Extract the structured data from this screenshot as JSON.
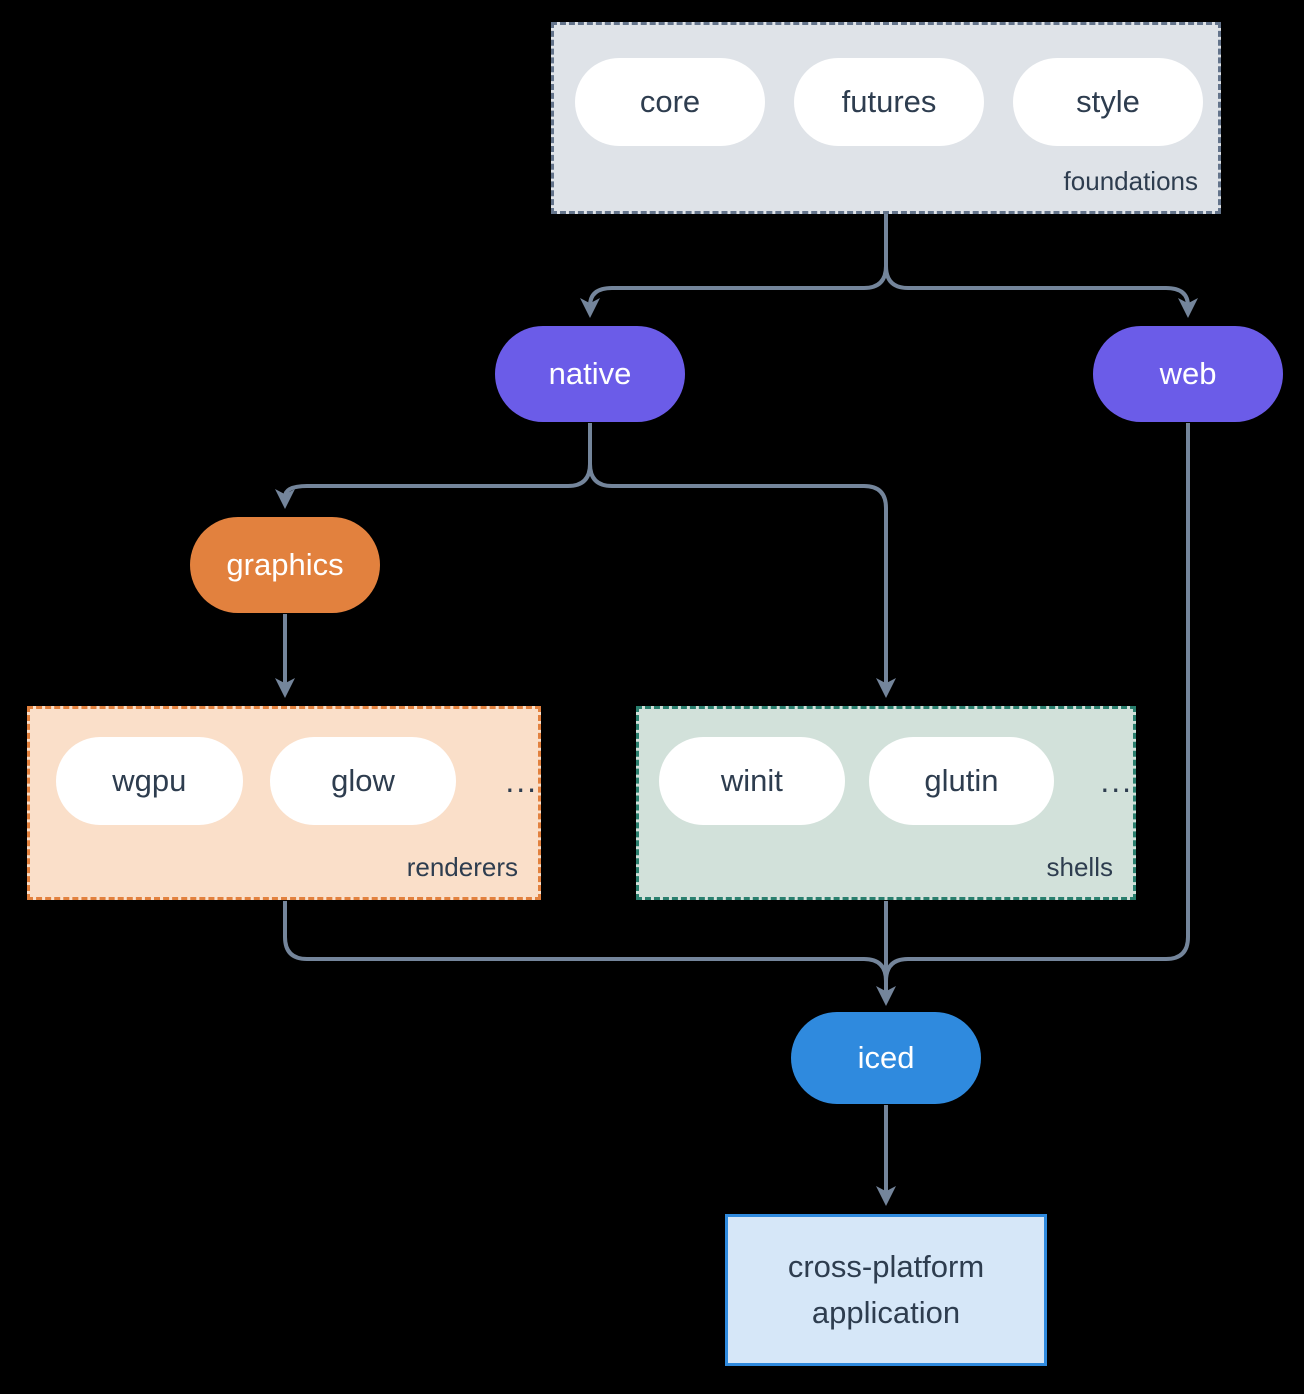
{
  "groups": {
    "foundations": {
      "label": "foundations",
      "pills": [
        "core",
        "futures",
        "style"
      ]
    },
    "renderers": {
      "label": "renderers",
      "pills": [
        "wgpu",
        "glow"
      ],
      "more": "..."
    },
    "shells": {
      "label": "shells",
      "pills": [
        "winit",
        "glutin"
      ],
      "more": "..."
    }
  },
  "nodes": {
    "native": {
      "label": "native"
    },
    "web": {
      "label": "web"
    },
    "graphics": {
      "label": "graphics"
    },
    "iced": {
      "label": "iced"
    },
    "application": {
      "line1": "cross-platform",
      "line2": "application"
    }
  },
  "colors": {
    "background": "#000000",
    "connector": "#74859b",
    "node_purple": "#6b5ce8",
    "node_orange": "#e2813e",
    "node_blue": "#2f8ade",
    "foundations_fill": "#dfe3e8",
    "foundations_border": "#64748b",
    "renderers_fill": "#fadfc9",
    "renderers_border": "#e2813e",
    "shells_fill": "#d2e1da",
    "shells_border": "#2a7f6e",
    "application_fill": "#d6e7f8",
    "application_border": "#2f8ade",
    "text_dark": "#2e3d4f"
  }
}
